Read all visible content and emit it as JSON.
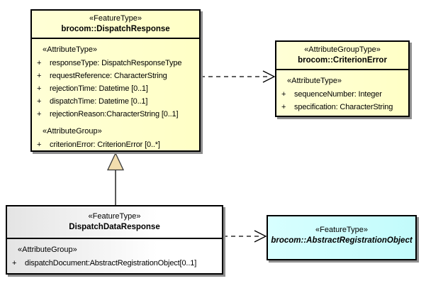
{
  "diagram_type": "uml-class-diagram",
  "colors": {
    "background": "#ffffff",
    "border": "#000000",
    "shadow": "#8f8f8f",
    "feature_type_fill": "#ffffcc",
    "data_response_fill_left": "#e4e4e4",
    "abstract_object_fill": "#ccffff",
    "generalization_triangle_fill": "#f2ddae"
  },
  "classes": {
    "dispatch_response": {
      "stereotype": "«FeatureType»",
      "name": "brocom::DispatchResponse",
      "sections": [
        {
          "header": "«AttributeType»",
          "attributes": [
            {
              "vis": "+",
              "text": "responseType: DispatchResponseType"
            },
            {
              "vis": "+",
              "text": "requestReference: CharacterString"
            },
            {
              "vis": "+",
              "text": "rejectionTime: Datetime [0..1]"
            },
            {
              "vis": "+",
              "text": "dispatchTime: Datetime [0..1]"
            },
            {
              "vis": "+",
              "text": "rejectionReason:CharacterString [0..1]"
            }
          ]
        },
        {
          "header": "«AttributeGroup»",
          "attributes": [
            {
              "vis": "+",
              "text": "criterionError: CriterionError [0..*]"
            }
          ]
        }
      ]
    },
    "criterion_error": {
      "stereotype": "«AttributeGroupType»",
      "name": "brocom::CriterionError",
      "sections": [
        {
          "header": "«AttributeType»",
          "attributes": [
            {
              "vis": "+",
              "text": "sequenceNumber: Integer"
            },
            {
              "vis": "+",
              "text": "specification: CharacterString"
            }
          ]
        }
      ]
    },
    "dispatch_data_response": {
      "stereotype": "«FeatureType»",
      "name": "DispatchDataResponse",
      "sections": [
        {
          "header": "«AttributeGroup»",
          "attributes": [
            {
              "vis": "+",
              "text": "dispatchDocument:AbstractRegistrationObject[0..1]"
            }
          ]
        }
      ]
    },
    "abstract_registration_object": {
      "stereotype": "«FeatureType»",
      "name": "brocom::AbstractRegistrationObject"
    }
  },
  "relationships": [
    {
      "type": "dependency",
      "from": "brocom::DispatchResponse",
      "to": "brocom::CriterionError",
      "line": "dashed",
      "arrowhead": "open"
    },
    {
      "type": "generalization",
      "from": "DispatchDataResponse",
      "to": "brocom::DispatchResponse",
      "line": "solid",
      "arrowhead": "filled-triangle"
    },
    {
      "type": "dependency",
      "from": "DispatchDataResponse",
      "to": "brocom::AbstractRegistrationObject",
      "line": "dashed",
      "arrowhead": "open"
    }
  ]
}
